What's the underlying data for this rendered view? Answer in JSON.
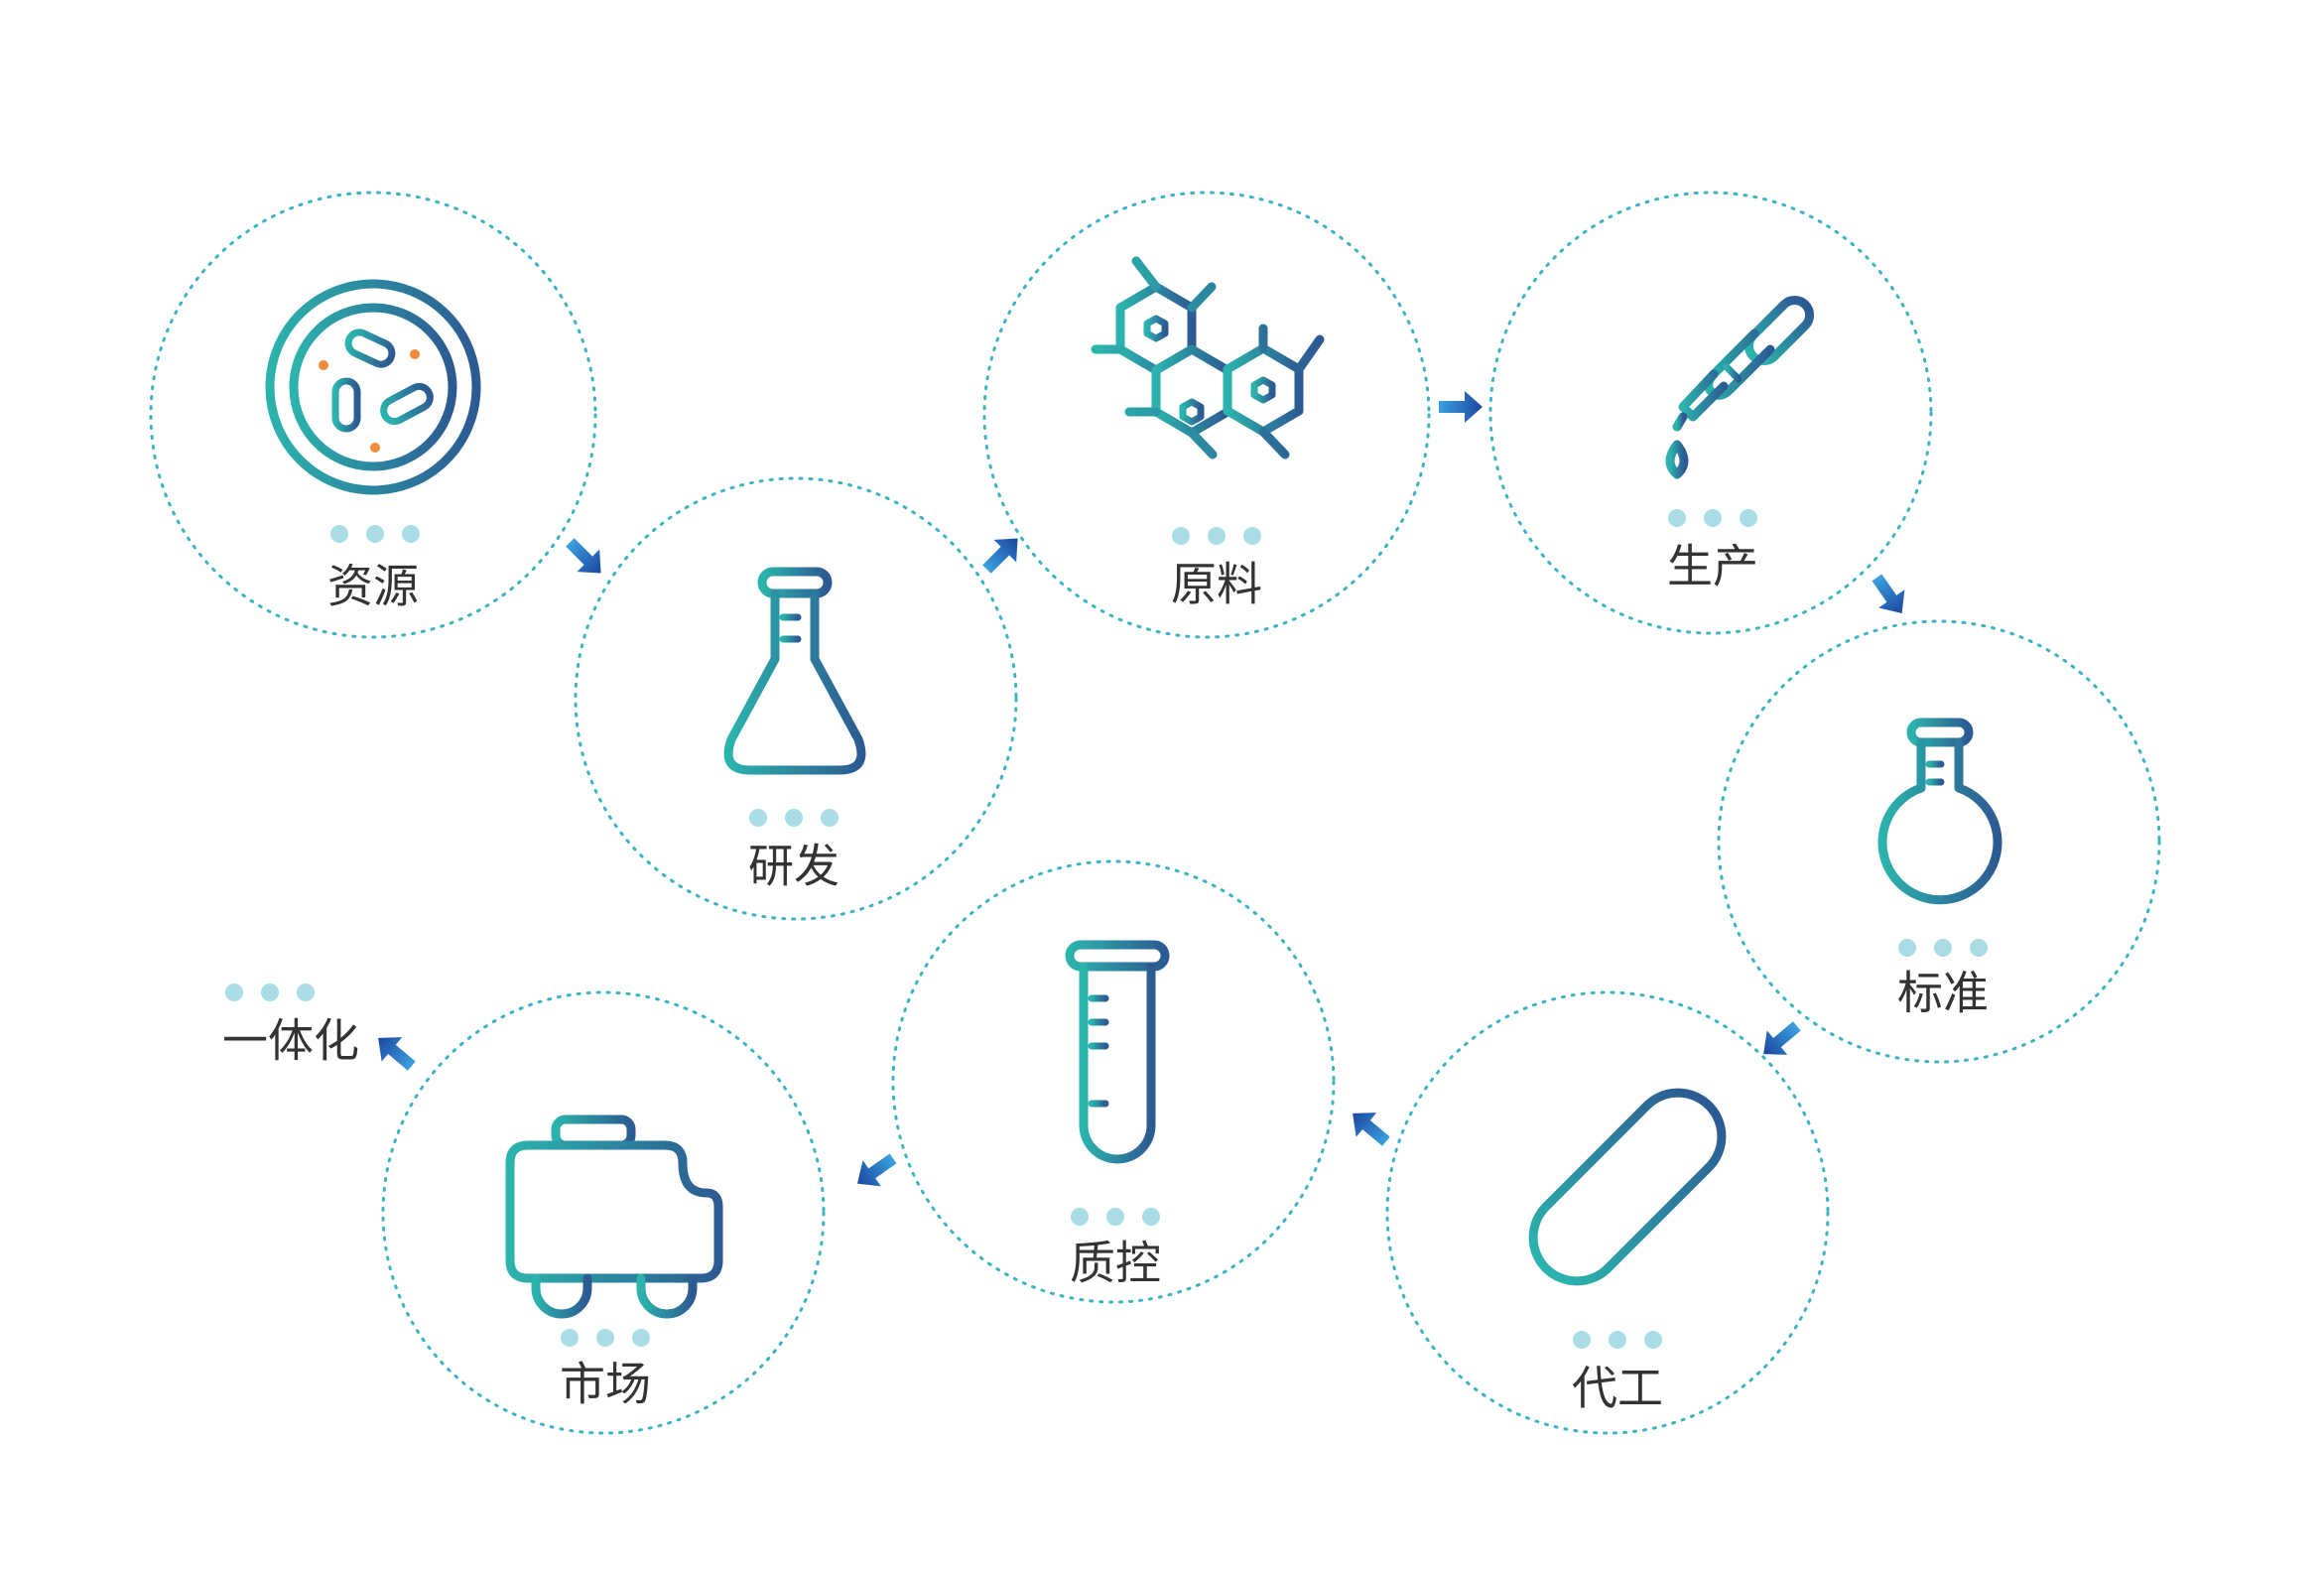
{
  "diagram": {
    "nodes": [
      {
        "id": "resource",
        "label": "资源",
        "icon": "petri-dish-icon"
      },
      {
        "id": "rnd",
        "label": "研发",
        "icon": "erlenmeyer-flask-icon"
      },
      {
        "id": "raw-material",
        "label": "原料",
        "icon": "molecule-icon"
      },
      {
        "id": "production",
        "label": "生产",
        "icon": "dropper-icon"
      },
      {
        "id": "standard",
        "label": "标准",
        "icon": "round-flask-icon"
      },
      {
        "id": "oem",
        "label": "代工",
        "icon": "capsule-icon"
      },
      {
        "id": "quality",
        "label": "质控",
        "icon": "test-tube-icon"
      },
      {
        "id": "market",
        "label": "市场",
        "icon": "truck-icon"
      }
    ],
    "end_label": "一体化",
    "colors": {
      "icon_start": "#2bb3ad",
      "icon_end": "#2c5a92",
      "ring": "#3bb3c3",
      "dots": "#a9dce4",
      "arrow_start": "#3aa0e0",
      "arrow_end": "#1c46a0",
      "specks": "#f08a3c",
      "label": "#333333"
    }
  }
}
